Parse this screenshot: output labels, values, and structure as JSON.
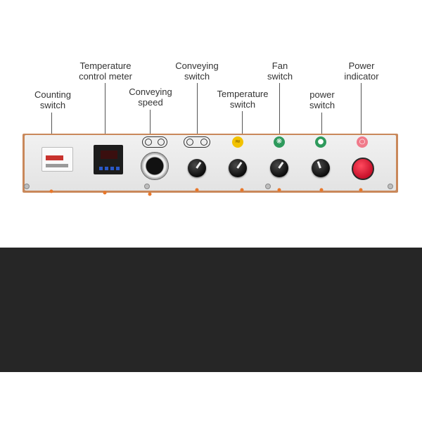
{
  "labels": {
    "counting_switch": "Counting\nswitch",
    "temperature_control_meter": "Temperature\ncontrol meter",
    "conveying_speed": "Conveying\nspeed",
    "conveying_switch": "Conveying\nswitch",
    "temperature_switch": "Temperature\nswitch",
    "fan_switch": "Fan\nswitch",
    "power_switch": "power\nswitch",
    "power_indicator": "Power\nindicator"
  },
  "colors": {
    "callout_dot": "#e8772a",
    "panel_frame": "#c9885a",
    "heater_symbol": "#f2c200",
    "fan_symbol": "#2e9a5c",
    "power_symbol": "#2e9a5c",
    "indicator_symbol": "#f07a8a",
    "indicator_button": "#d61a32",
    "dark_band": "#262626"
  },
  "icons": {
    "heater": "heater-icon",
    "fan": "fan-icon",
    "power": "power-icon",
    "indicator": "indicator-lamp-icon",
    "conveyor": "conveyor-icon"
  }
}
